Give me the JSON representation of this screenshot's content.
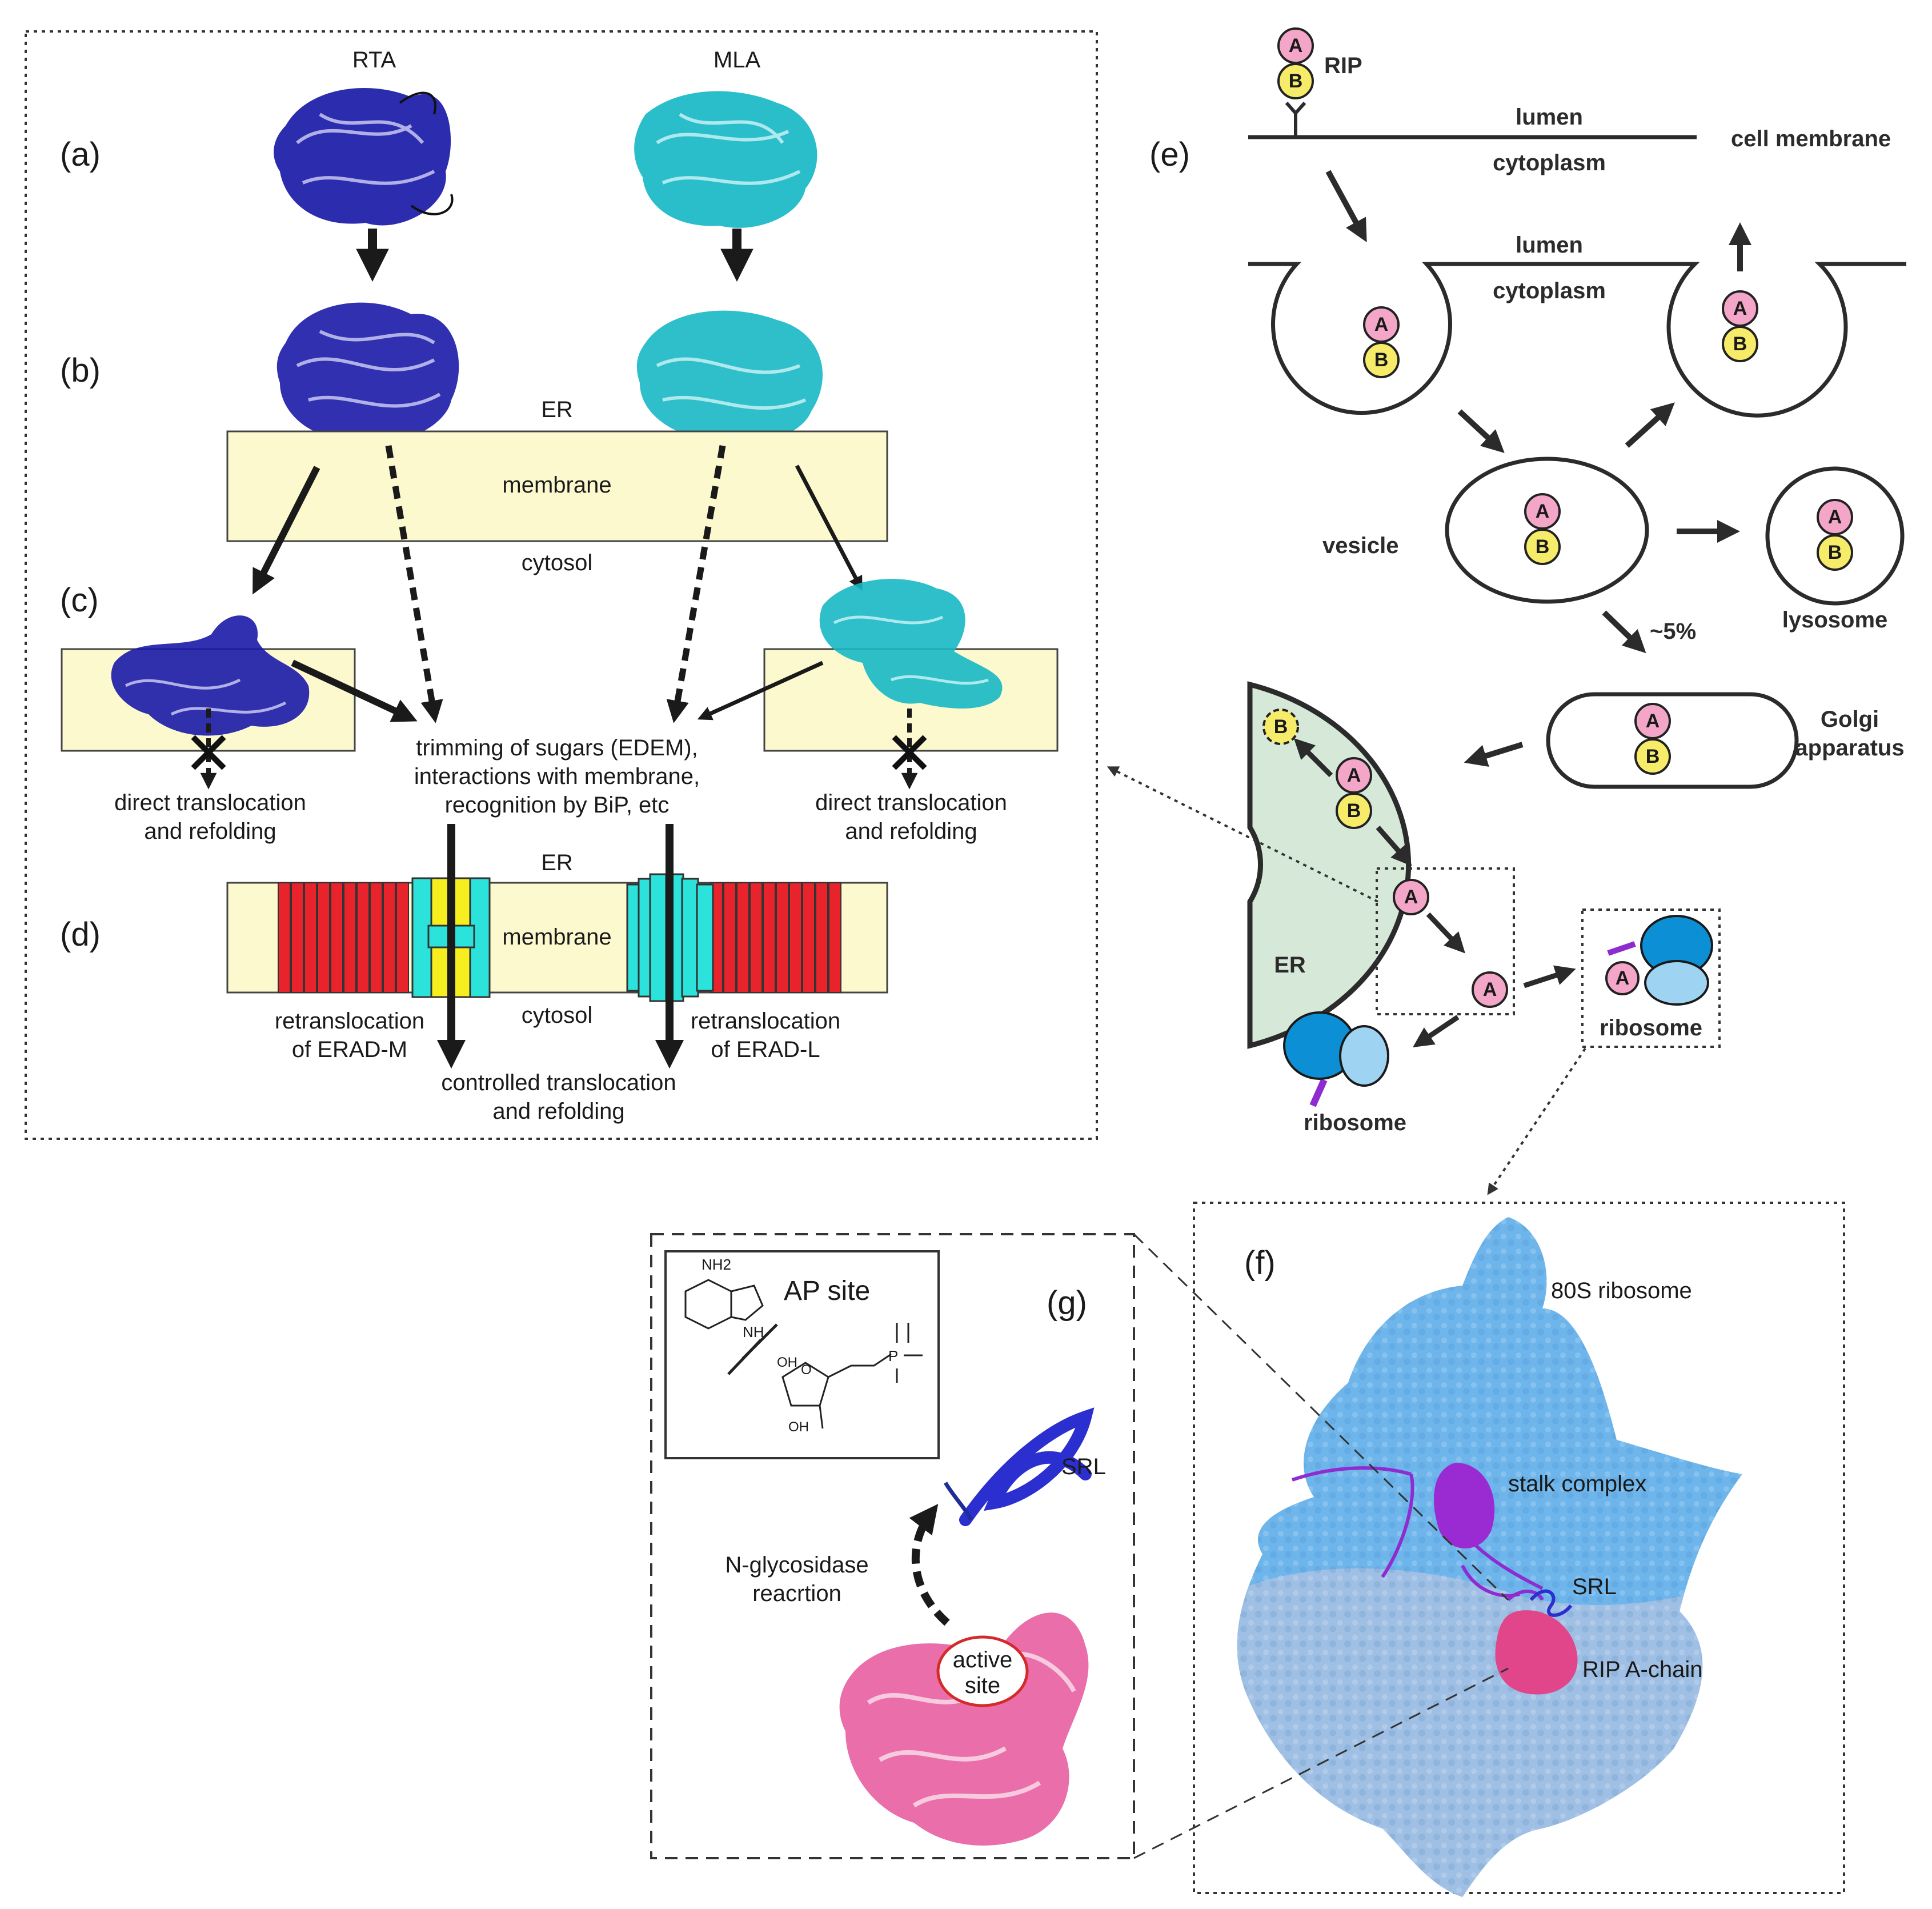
{
  "panels": {
    "a": "(a)",
    "b": "(b)",
    "c": "(c)",
    "d": "(d)",
    "e": "(e)",
    "f": "(f)",
    "g": "(g)"
  },
  "left": {
    "rta": "RTA",
    "mla": "MLA",
    "er_top": "ER",
    "membrane_top": "membrane",
    "cytosol_top": "cytosol",
    "direct_left_1": "direct translocation",
    "direct_left_2": "and refolding",
    "direct_right_1": "direct translocation",
    "direct_right_2": "and refolding",
    "trim_1": "trimming of sugars (EDEM),",
    "trim_2": "interactions with membrane,",
    "trim_3": "recognition by BiP, etc",
    "er_bottom": "ER",
    "membrane_bottom": "membrane",
    "cytosol_bottom": "cytosol",
    "retro_m_1": "retranslocation",
    "retro_m_2": "of ERAD-M",
    "retro_l_1": "retranslocation",
    "retro_l_2": "of ERAD-L",
    "controlled_1": "controlled translocation",
    "controlled_2": "and refolding"
  },
  "pathway": {
    "rip": "RIP",
    "lumen_1": "lumen",
    "cytoplasm_1": "cytoplasm",
    "cell_membrane": "cell membrane",
    "lumen_2": "lumen",
    "cytoplasm_2": "cytoplasm",
    "vesicle": "vesicle",
    "lysosome": "lysosome",
    "golgi_1": "Golgi",
    "golgi_2": "apparatus",
    "percent": "~5%",
    "er": "ER",
    "ribosome_1": "ribosome",
    "ribosome_2": "ribosome",
    "chain_a": "A",
    "chain_b": "B"
  },
  "ribosome_panel": {
    "title": "80S ribosome",
    "stalk": "stalk complex",
    "srl": "SRL",
    "rip_a": "RIP A-chain"
  },
  "reaction_panel": {
    "ap_site": "AP site",
    "nh2": "NH2",
    "nh": "NH",
    "oh_1": "OH",
    "oh_2": "OH",
    "o": "O",
    "p": "P",
    "srl": "SRL",
    "reaction_1": "N-glycosidase",
    "reaction_2": "reacrtion",
    "active_1": "active",
    "active_2": "site"
  },
  "colors": {
    "rta": "#1a1aa8",
    "mla": "#17b8c4",
    "membrane_fill": "#fdf9cf",
    "erad_red": "#e8232b",
    "erad_yellow": "#f6ee1f",
    "er_fill": "#d6e9d8",
    "chain_a": "#f4a6c8",
    "chain_b": "#f7ec6a",
    "ribosome_dark": "#0c8fd4",
    "ribosome_light": "#9fd3f2",
    "ribosome_80s": "#6db5ea",
    "stalk": "#8e2cd0",
    "rip_chain_pink": "#e1458a",
    "ribbon_pink": "#e75ea0"
  }
}
